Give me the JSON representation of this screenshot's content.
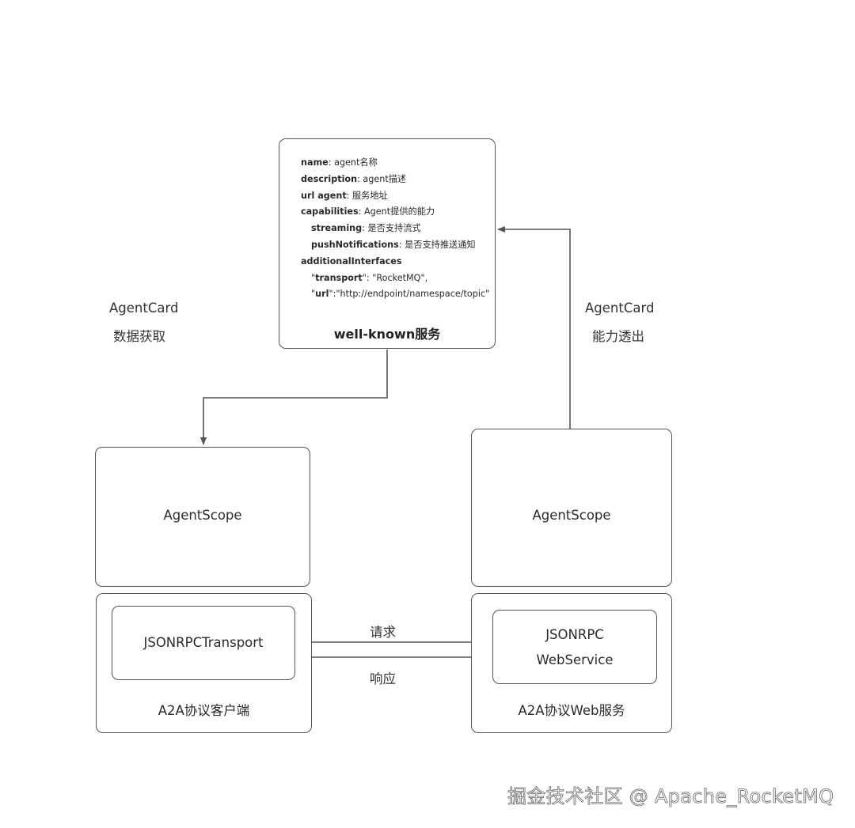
{
  "well_known": {
    "lines": [
      {
        "key": "name",
        "value": ": agent名称"
      },
      {
        "key": "description",
        "value": ": agent描述"
      },
      {
        "key": "url agent",
        "value": ": 服务地址"
      },
      {
        "key": "capabilities",
        "value": ": Agent提供的能力"
      },
      {
        "key": "streaming",
        "value": ": 是否支持流式"
      },
      {
        "key": "pushNotifications",
        "value": ": 是否支持推送通知"
      },
      {
        "key": "additionalInterfaces",
        "value": ""
      },
      {
        "key_prefix": "\"",
        "key": "transport",
        "value": "\": \"RocketMQ\","
      },
      {
        "key_prefix": "\"",
        "key": "url",
        "value": "\":\"http://endpoint/namespace/topic\""
      }
    ],
    "title": "well-known服务"
  },
  "left_label": {
    "line1": "AgentCard",
    "line2": "数据获取"
  },
  "right_label": {
    "line1": "AgentCard",
    "line2": "能力透出"
  },
  "agentscope_left": "AgentScope",
  "agentscope_right": "AgentScope",
  "client": {
    "inner": "JSONRPCTransport",
    "title": "A2A协议客户端"
  },
  "server": {
    "inner_line1": "JSONRPC",
    "inner_line2": "WebService",
    "title": "A2A协议Web服务"
  },
  "request_label": "请求",
  "response_label": "响应",
  "watermark": "掘金技术社区 @ Apache_RocketMQ",
  "colors": {
    "stroke": "#555555",
    "text": "#2a2a2a"
  }
}
